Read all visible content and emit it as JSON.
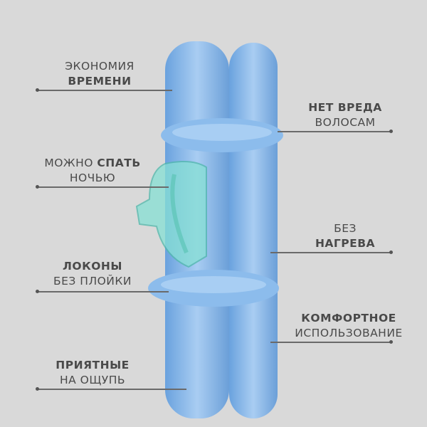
{
  "features_left": [
    {
      "light": "ЭКОНОМИЯ",
      "bold": "ВРЕМЕНИ"
    },
    {
      "light": "МОЖНО",
      "bold": "СПАТЬ",
      "light2": "НОЧЬЮ"
    },
    {
      "bold": "ЛОКОНЫ",
      "light": "БЕЗ ПЛОЙКИ"
    },
    {
      "bold": "ПРИЯТНЫЕ",
      "light": "НА ОЩУПЬ"
    }
  ],
  "features_right": [
    {
      "bold": "НЕТ ВРЕДА",
      "light": "ВОЛОСАМ"
    },
    {
      "light": "БЕЗ",
      "bold": "НАГРЕВА"
    },
    {
      "bold": "КОМФОРТНОЕ",
      "light": "ИСПОЛЬЗОВАНИЕ"
    }
  ],
  "colors": {
    "background": "#d9d9d9",
    "text": "#4a4a4a",
    "product": "#7fb3e6",
    "clip": "#7ed9cf"
  }
}
